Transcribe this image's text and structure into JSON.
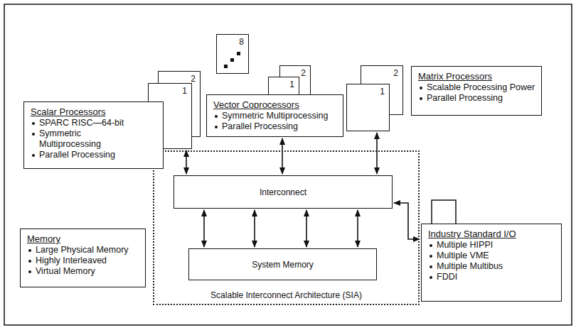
{
  "diagram": {
    "nodes": [
      {
        "text": [
          "8"
        ]
      },
      {
        "text": [
          "2"
        ]
      },
      {
        "text": [
          "1"
        ]
      },
      {
        "text": [
          "Scalar Processors",
          "SPARC RISC—64-bit",
          "Symmetric Multiprocessing",
          "Parallel Processing"
        ]
      },
      {
        "text": [
          "2"
        ]
      },
      {
        "text": [
          "1"
        ]
      },
      {
        "text": [
          "Vector Coprocessors",
          "Symmetric Multiprocessing",
          "Parallel Processing"
        ]
      },
      {
        "text": [
          "2"
        ]
      },
      {
        "text": [
          "1"
        ]
      },
      {
        "text": [
          "Matrix Processors",
          "Scalable Processing Power",
          "Parallel Processing"
        ]
      },
      {
        "text": [
          "Scalable Interconnect Architecture (SIA)"
        ]
      },
      {
        "text": [
          "Interconnect"
        ],
        "in": 10
      },
      {
        "text": [
          "System Memory"
        ],
        "in": 10
      },
      {
        "text": [
          "Memory",
          "Large Physical Memory",
          "Highly Interleaved",
          "Virtual Memory"
        ]
      },
      {
        "text": [
          "Industry Standard I/O",
          "Multiple HIPPI",
          "Multiple VME",
          "Multiple Multibus",
          "FDDI"
        ]
      }
    ],
    "edges": [
      {
        "from": 2,
        "to": 11,
        "arrow": "both"
      },
      {
        "from": 6,
        "to": 11,
        "arrow": "both"
      },
      {
        "from": 8,
        "to": 11,
        "arrow": "both"
      },
      {
        "from": 11,
        "to": 12,
        "arrow": "both"
      },
      {
        "from": 11,
        "to": 12,
        "arrow": "both"
      },
      {
        "from": 11,
        "to": 12,
        "arrow": "both"
      },
      {
        "from": 11,
        "to": 12,
        "arrow": "both"
      },
      {
        "from": 11,
        "to": 14,
        "arrow": "both"
      }
    ]
  }
}
